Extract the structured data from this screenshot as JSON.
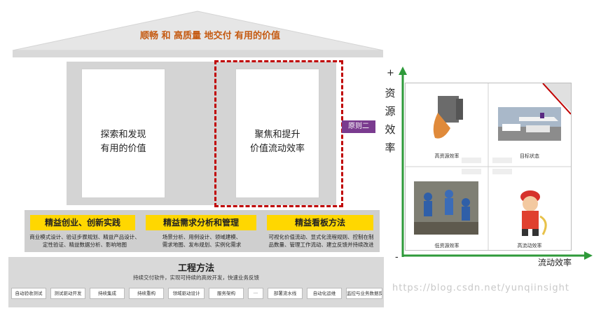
{
  "roof": {
    "title": "顺畅 和 高质量 地交付 有用的价值"
  },
  "pillars": [
    {
      "line1": "探索和发现",
      "line2": "有用的价值"
    },
    {
      "line1": "聚焦和提升",
      "line2": "价值流动效率"
    }
  ],
  "principle_tag": "原则二",
  "practices": [
    {
      "title": "精益创业、创新实践",
      "desc1": "商业模式设计、验证步骤规划、精益产品设计、",
      "desc2": "定性验证、精益数据分析、影响地图"
    },
    {
      "title": "精益需求分析和管理",
      "desc1": "场景分析、用例设计、领域建模、",
      "desc2": "需求地图、发布规划、实例化需求"
    },
    {
      "title": "精益看板方法",
      "desc1": "可视化价值流动、显式化流程规则、控制在制",
      "desc2": "品数量、管理工作流动、建立反馈并持续改进"
    }
  ],
  "engineering": {
    "title": "工程方法",
    "subtitle": "持续交付软件，实现可持续的高效开发，快速业务反馈",
    "items": [
      "自动验收测试",
      "测试驱动开发",
      "持续集成",
      "持续重构",
      "领域驱动设计",
      "服务架构",
      "···",
      "部署流水线",
      "自动化运维",
      "监控与业务数据反馈"
    ]
  },
  "quadrant": {
    "y_axis": {
      "plus": "+",
      "label_chars": [
        "资",
        "源",
        "效",
        "率"
      ]
    },
    "x_axis": {
      "minus": "-",
      "label": "流动效率"
    },
    "cells": [
      {
        "label": "高资源效率"
      },
      {
        "label": "目标状态"
      },
      {
        "label": "低资源效率"
      },
      {
        "label": "高流动效率"
      }
    ]
  },
  "watermark": "https://blog.csdn.net/yunqiinsight",
  "colors": {
    "accent_red": "#c00000",
    "practice_yellow": "#ffd700",
    "principle_purple": "#7a3b8f",
    "axis_green": "#2e9a3a",
    "title_orange": "#c55a11"
  }
}
